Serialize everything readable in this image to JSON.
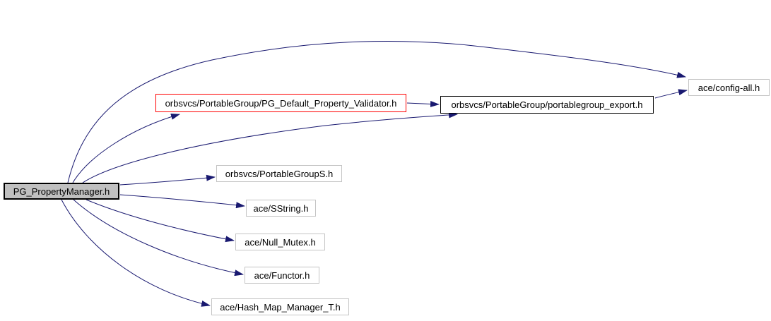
{
  "graph": {
    "kind": "include-dependency-graph",
    "background_color": "#ffffff",
    "edge_color": "#191970",
    "nodes": [
      {
        "id": "pg-property-manager",
        "label": "PG_PropertyManager.h",
        "fill_color": "#c0c0c0",
        "border_color": "#000000"
      },
      {
        "id": "pg-default-property-validator",
        "label": "orbsvcs/PortableGroup/PG_Default_Property_Validator.h",
        "fill_color": "#ffffff",
        "border_color": "#ff0000"
      },
      {
        "id": "portablegroup-export",
        "label": "orbsvcs/PortableGroup/portablegroup_export.h",
        "fill_color": "#ffffff",
        "border_color": "#000000"
      },
      {
        "id": "ace-config-all",
        "label": "ace/config-all.h",
        "fill_color": "#ffffff",
        "border_color": "#c4c4c4"
      },
      {
        "id": "orbsvcs-portablegroups",
        "label": "orbsvcs/PortableGroupS.h",
        "fill_color": "#ffffff",
        "border_color": "#c4c4c4"
      },
      {
        "id": "ace-sstring",
        "label": "ace/SString.h",
        "fill_color": "#ffffff",
        "border_color": "#c4c4c4"
      },
      {
        "id": "ace-null-mutex",
        "label": "ace/Null_Mutex.h",
        "fill_color": "#ffffff",
        "border_color": "#c4c4c4"
      },
      {
        "id": "ace-functor",
        "label": "ace/Functor.h",
        "fill_color": "#ffffff",
        "border_color": "#c4c4c4"
      },
      {
        "id": "ace-hash-map-manager-t",
        "label": "ace/Hash_Map_Manager_T.h",
        "fill_color": "#ffffff",
        "border_color": "#c4c4c4"
      }
    ],
    "edges": [
      {
        "from": "PG_PropertyManager.h",
        "to": "ace/config-all.h"
      },
      {
        "from": "PG_PropertyManager.h",
        "to": "orbsvcs/PortableGroup/PG_Default_Property_Validator.h"
      },
      {
        "from": "PG_PropertyManager.h",
        "to": "orbsvcs/PortableGroup/portablegroup_export.h"
      },
      {
        "from": "orbsvcs/PortableGroup/PG_Default_Property_Validator.h",
        "to": "orbsvcs/PortableGroup/portablegroup_export.h"
      },
      {
        "from": "orbsvcs/PortableGroup/portablegroup_export.h",
        "to": "ace/config-all.h"
      },
      {
        "from": "PG_PropertyManager.h",
        "to": "orbsvcs/PortableGroupS.h"
      },
      {
        "from": "PG_PropertyManager.h",
        "to": "ace/SString.h"
      },
      {
        "from": "PG_PropertyManager.h",
        "to": "ace/Null_Mutex.h"
      },
      {
        "from": "PG_PropertyManager.h",
        "to": "ace/Functor.h"
      },
      {
        "from": "PG_PropertyManager.h",
        "to": "ace/Hash_Map_Manager_T.h"
      }
    ]
  }
}
